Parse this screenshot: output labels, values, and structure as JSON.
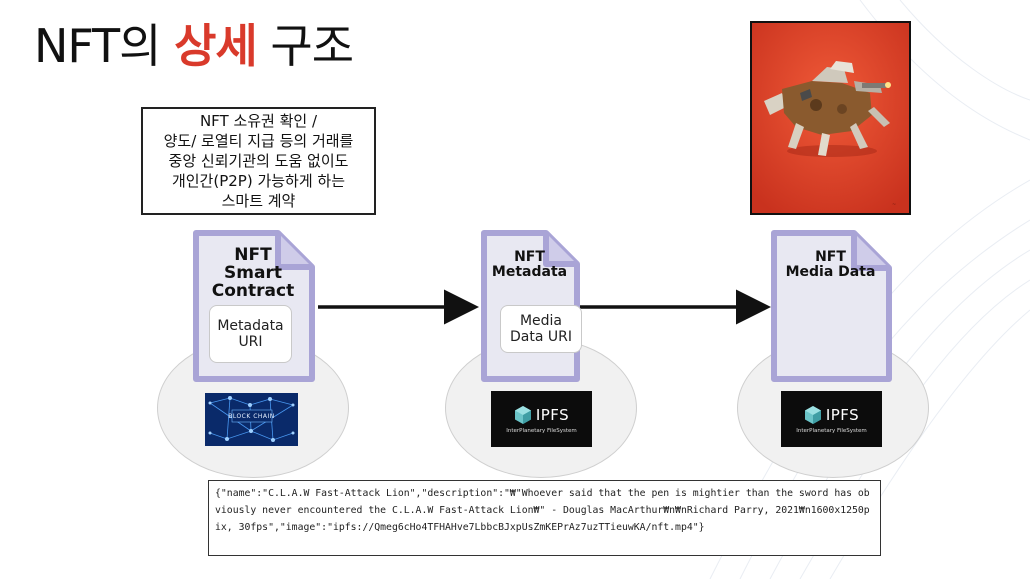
{
  "title": {
    "prefix": "NFT의 ",
    "accent": "상세",
    "suffix": " 구조"
  },
  "callout": "NFT 소유권 확인 /\n양도/ 로열티 지급 등의 거래를\n중앙 신뢰기관의 도움 없이도\n개인간(P2P) 가능하게 하는\n스마트 계약",
  "nodes": [
    {
      "label": "NFT\nSmart\nContract",
      "inner": "Metadata\nURI",
      "logo": {
        "type": "blockchain",
        "text": "BLOCK CHAIN"
      }
    },
    {
      "label": "NFT\nMetadata",
      "inner": "Media\nData URI",
      "logo": {
        "type": "ipfs",
        "name": "IPFS",
        "sub": "InterPlanetary FileSystem"
      }
    },
    {
      "label": "NFT\nMedia Data",
      "inner": "",
      "logo": {
        "type": "ipfs",
        "name": "IPFS",
        "sub": "InterPlanetary FileSystem"
      }
    }
  ],
  "metadata_json": "{\"name\":\"C.L.A.W Fast-Attack Lion\",\"description\":\"₩\"Whoever said that the pen is mightier than the sword has obviously never encountered the C.L.A.W Fast-Attack Lion₩\" - Douglas MacArthur₩n₩nRichard Parry, 2021₩n1600x1250pix, 30fps\",\"image\":\"ipfs://Qmeg6cHo4TFHAHve7LbbcBJxpUsZmKEPrAz7uzTTieuwKA/nft.mp4\"}",
  "colors": {
    "accent": "#d93a2b",
    "doc_fill": "#e8e8f2",
    "doc_border": "#a9a4d6",
    "artwork_bg": "#e0472a"
  },
  "icons": [
    "document-icon",
    "ipfs-cube-icon",
    "blockchain-network-icon",
    "arrow-right-icon"
  ]
}
